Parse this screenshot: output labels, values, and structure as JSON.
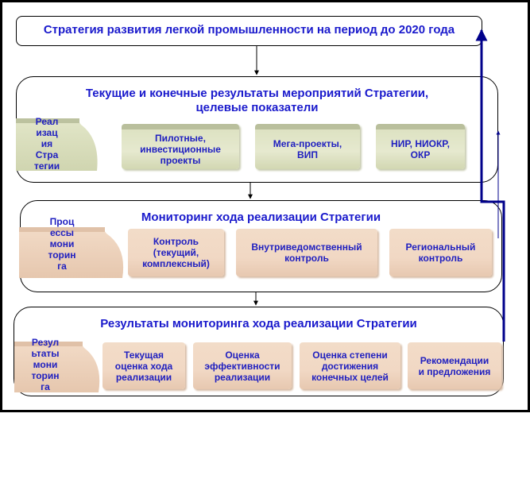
{
  "top_box": {
    "title": "Стратегия развития легкой промышленности на период до 2020 года"
  },
  "section1": {
    "title": "Текущие и конечные результаты мероприятий Стратегии,\nцелевые показатели",
    "side_label": "Реал\nизац\nия\nСтра\nтегии",
    "cards": [
      "Пилотные,\nинвестиционные\nпроекты",
      "Мега-проекты,\nВИП",
      "НИР, НИОКР,\nОКР"
    ]
  },
  "section2": {
    "title": "Мониторинг хода реализации Стратегии",
    "side_label": "Проц\nессы\nмони\nторин\nга",
    "cards": [
      "Контроль\n(текущий,\nкомплексный)",
      "Внутриведомственный\nконтроль",
      "Региональный\nконтроль"
    ]
  },
  "section3": {
    "title": "Результаты мониторинга хода реализации Стратегии",
    "side_label": "Резул\nьтаты\nмони\nторин\nга",
    "cards": [
      "Текущая\nоценка хода\nреализации",
      "Оценка\nэффективности\nреализации",
      "Оценка степени\nдостижения\nконечных целей",
      "Рекомендации\nи предложения"
    ]
  },
  "colors": {
    "title_blue": "#1a1acc",
    "text_blue": "#2020c0",
    "feedback_line": "#00008b"
  }
}
